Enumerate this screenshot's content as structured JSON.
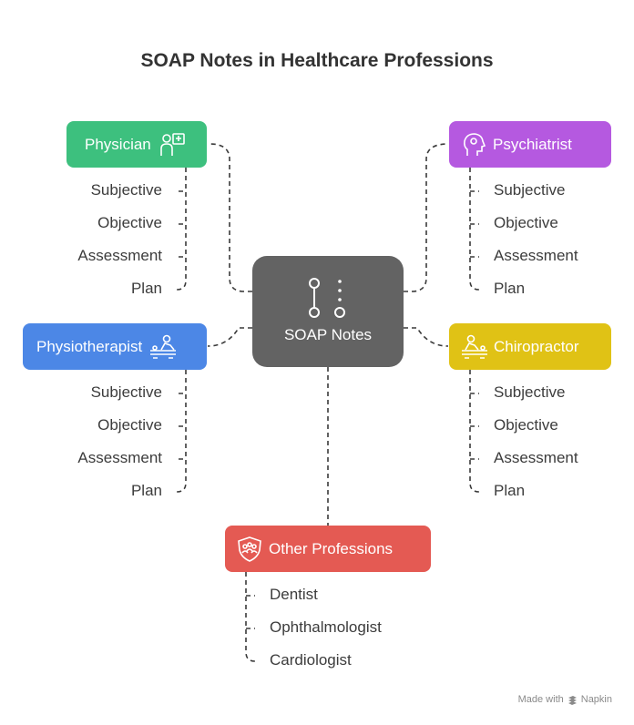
{
  "title": "SOAP Notes in Healthcare Professions",
  "center": {
    "label": "SOAP Notes",
    "color": "#636363"
  },
  "branches": {
    "physician": {
      "label": "Physician",
      "color": "#3dc07e",
      "icon": "doctor-with-chart-icon",
      "items": [
        "Subjective",
        "Objective",
        "Assessment",
        "Plan"
      ]
    },
    "psychiatrist": {
      "label": "Psychiatrist",
      "color": "#b559e0",
      "icon": "head-profile-icon",
      "items": [
        "Subjective",
        "Objective",
        "Assessment",
        "Plan"
      ]
    },
    "physiotherapist": {
      "label": "Physiotherapist",
      "color": "#4c87e6",
      "icon": "massage-therapy-icon",
      "items": [
        "Subjective",
        "Objective",
        "Assessment",
        "Plan"
      ]
    },
    "chiropractor": {
      "label": "Chiropractor",
      "color": "#e0c215",
      "icon": "massage-therapy-icon",
      "items": [
        "Subjective",
        "Objective",
        "Assessment",
        "Plan"
      ]
    },
    "other": {
      "label": "Other Professions",
      "color": "#e45a53",
      "icon": "group-shield-icon",
      "items": [
        "Dentist",
        "Ophthalmologist",
        "Cardiologist"
      ]
    }
  },
  "watermark": {
    "text": "Made with",
    "brand": "Napkin"
  }
}
